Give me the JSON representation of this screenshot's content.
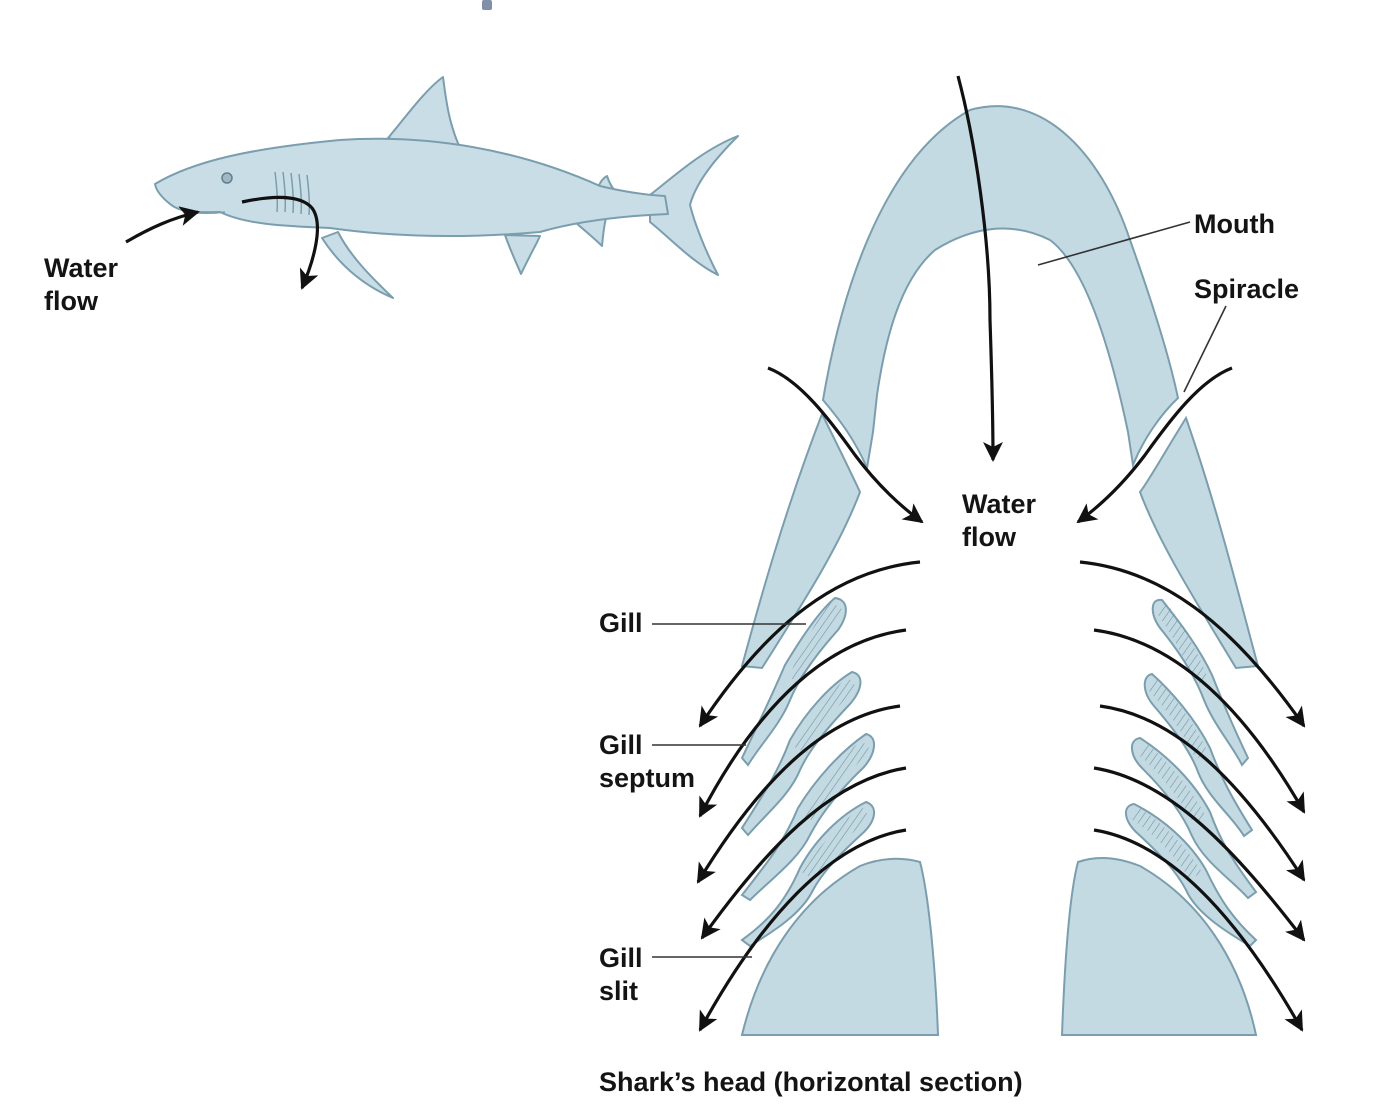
{
  "colors": {
    "tissue_fill": "#c4dae3",
    "tissue_stroke": "#7b9eae",
    "arrow": "#111111",
    "leader": "#333333",
    "accent_mark": "#8090a8"
  },
  "icons": [
    "shark-body-icon",
    "flow-arrow-icon"
  ],
  "shark_view": {
    "water_flow_label": [
      "Water",
      "flow"
    ]
  },
  "section_view": {
    "water_flow_label": [
      "Water",
      "flow"
    ],
    "labels": {
      "mouth": "Mouth",
      "spiracle": "Spiracle",
      "gill": "Gill",
      "gill_septum": [
        "Gill",
        "septum"
      ],
      "gill_slit": [
        "Gill",
        "slit"
      ]
    },
    "caption": "Shark’s head (horizontal section)"
  }
}
